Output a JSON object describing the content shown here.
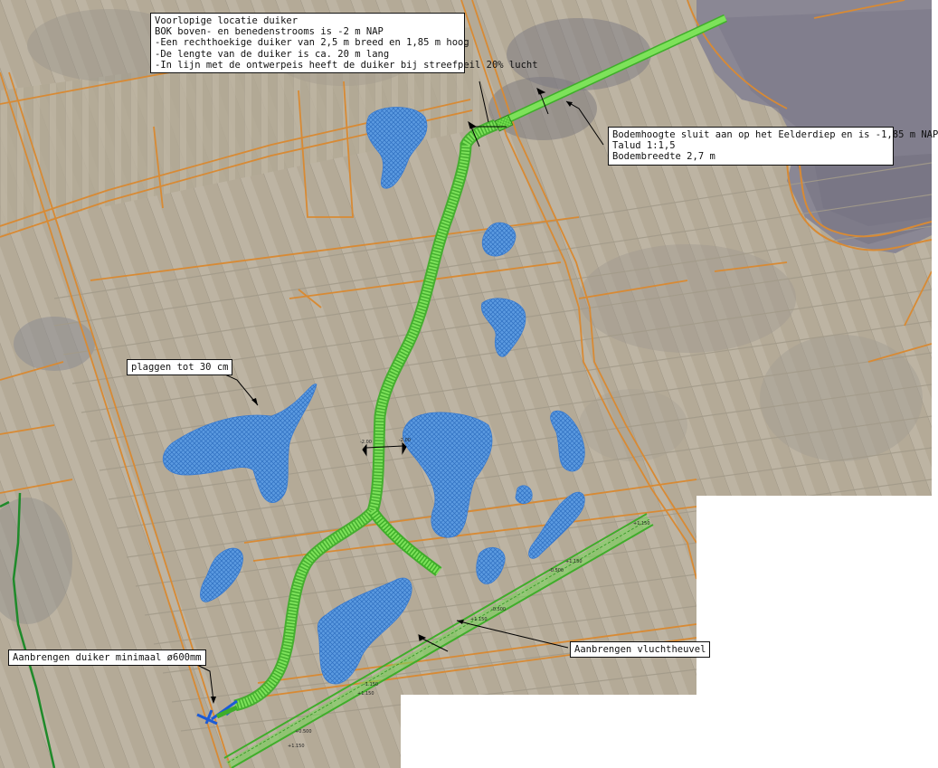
{
  "notes": {
    "duiker": {
      "lines": [
        "Voorlopige locatie duiker",
        "BOK boven- en benedenstrooms is -2 m NAP",
        "-Een rechthoekige duiker van 2,5 m breed en 1,85 m hoog",
        "-De lengte van de duiker is ca. 20 m lang",
        "-In lijn met de ontwerpeis heeft de duiker bij streefpeil 20% lucht"
      ]
    },
    "bodem": {
      "lines": [
        "Bodemhoogte sluit aan op het Eelderdiep en is -1,85 m NAP",
        "Talud 1:1,5",
        "Bodembreedte 2,7 m"
      ]
    },
    "plaggen": "plaggen tot 30 cm",
    "aanbrengen_duiker": "Aanbrengen duiker minimaal ø600mm",
    "vluchtheuvel": "Aanbrengen vluchtheuvel"
  },
  "colors": {
    "aerial_base": "#b6ac99",
    "aerial_dark": "#8f8a84",
    "water": "#8c8995",
    "road_orange": "#d88a34",
    "channel_green": "#58d43a",
    "hatch_blue": "#4f8fd8",
    "structure_blue": "#1c5bd6",
    "ditch_dark_green": "#1f8a2a",
    "callout_border": "#111111"
  }
}
